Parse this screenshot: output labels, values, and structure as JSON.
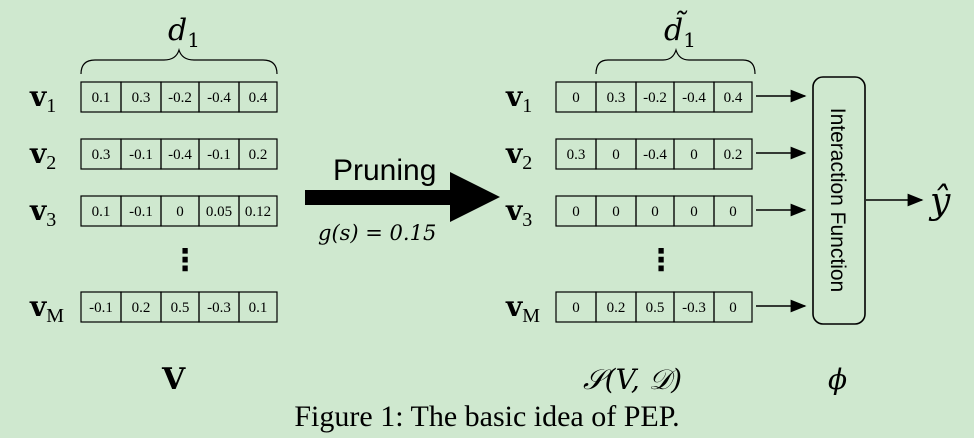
{
  "left_matrix": {
    "dim_label": "d",
    "dim_sub": "1",
    "rows": [
      {
        "label": "v",
        "sub": "1",
        "cells": [
          "0.1",
          "0.3",
          "-0.2",
          "-0.4",
          "0.4"
        ]
      },
      {
        "label": "v",
        "sub": "2",
        "cells": [
          "0.3",
          "-0.1",
          "-0.4",
          "-0.1",
          "0.2"
        ]
      },
      {
        "label": "v",
        "sub": "3",
        "cells": [
          "0.1",
          "-0.1",
          "0",
          "0.05",
          "0.12"
        ]
      },
      {
        "label": "v",
        "sub": "M",
        "cells": [
          "-0.1",
          "0.2",
          "0.5",
          "-0.3",
          "0.1"
        ]
      }
    ],
    "ellipsis": "⋮",
    "bottom_label": "V"
  },
  "arrow": {
    "label": "Pruning",
    "equation": "g(s) = 0.15"
  },
  "right_matrix": {
    "dim_label": "d̃",
    "dim_sub": "1",
    "rows": [
      {
        "label": "v",
        "sub": "1",
        "cells": [
          "0",
          "0.3",
          "-0.2",
          "-0.4",
          "0.4"
        ]
      },
      {
        "label": "v",
        "sub": "2",
        "cells": [
          "0.3",
          "0",
          "-0.4",
          "0",
          "0.2"
        ]
      },
      {
        "label": "v",
        "sub": "3",
        "cells": [
          "0",
          "0",
          "0",
          "0",
          "0"
        ]
      },
      {
        "label": "v",
        "sub": "M",
        "cells": [
          "0",
          "0.2",
          "0.5",
          "-0.3",
          "0"
        ]
      }
    ],
    "ellipsis": "⋮",
    "bottom_label": "𝒮(V, 𝒟)"
  },
  "interaction": {
    "label": "Interaction Function",
    "bottom_label": "ϕ",
    "output": "ŷ"
  },
  "caption": "Figure 1: The basic idea of PEP."
}
